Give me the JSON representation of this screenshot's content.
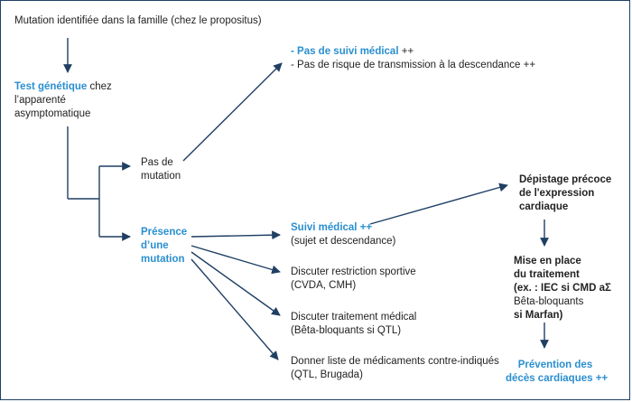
{
  "start": {
    "text": "Mutation identifiée dans la famille (chez le propositus)"
  },
  "test": {
    "label_blue": "Test génétique",
    "label_rest": " chez",
    "line2": "l’apparenté",
    "line3": "asymptomatique"
  },
  "no_mutation": {
    "line1": "Pas de",
    "line2": "mutation"
  },
  "no_mutation_result": {
    "line1_blue": "- Pas de suivi médical",
    "line1_rest": " ++",
    "line2": "- Pas de risque de transmission à la descendance ++"
  },
  "mutation": {
    "line1": "Présence",
    "line2": "d’une",
    "line3": "mutation"
  },
  "actions": [
    {
      "title_blue": "Suivi médical ++",
      "sub": "(sujet et descendance)"
    },
    {
      "title": "Discuter restriction sportive",
      "sub": "(CVDA, CMH)"
    },
    {
      "title": "Discuter traitement médical",
      "sub": "(Bêta-bloquants si QTL)"
    },
    {
      "title": "Donner liste de médicaments contre-indiqués",
      "sub": "(QTL, Brugada)"
    }
  ],
  "screening": {
    "line1": "Dépistage précoce",
    "line2": "de l'expression",
    "line3": "cardiaque"
  },
  "treatment": {
    "line1": "Mise en place",
    "line2": "du traitement",
    "line3": "(ex. : IEC si CMD aΣ",
    "line4": "Bêta-bloquants",
    "line5": "si Marfan)"
  },
  "prevention": {
    "line1": "Prévention des",
    "line2": "décès cardiaques ++"
  },
  "colors": {
    "arrow": "#1f3f63",
    "accent": "#2a8fcf",
    "text": "#222222"
  }
}
